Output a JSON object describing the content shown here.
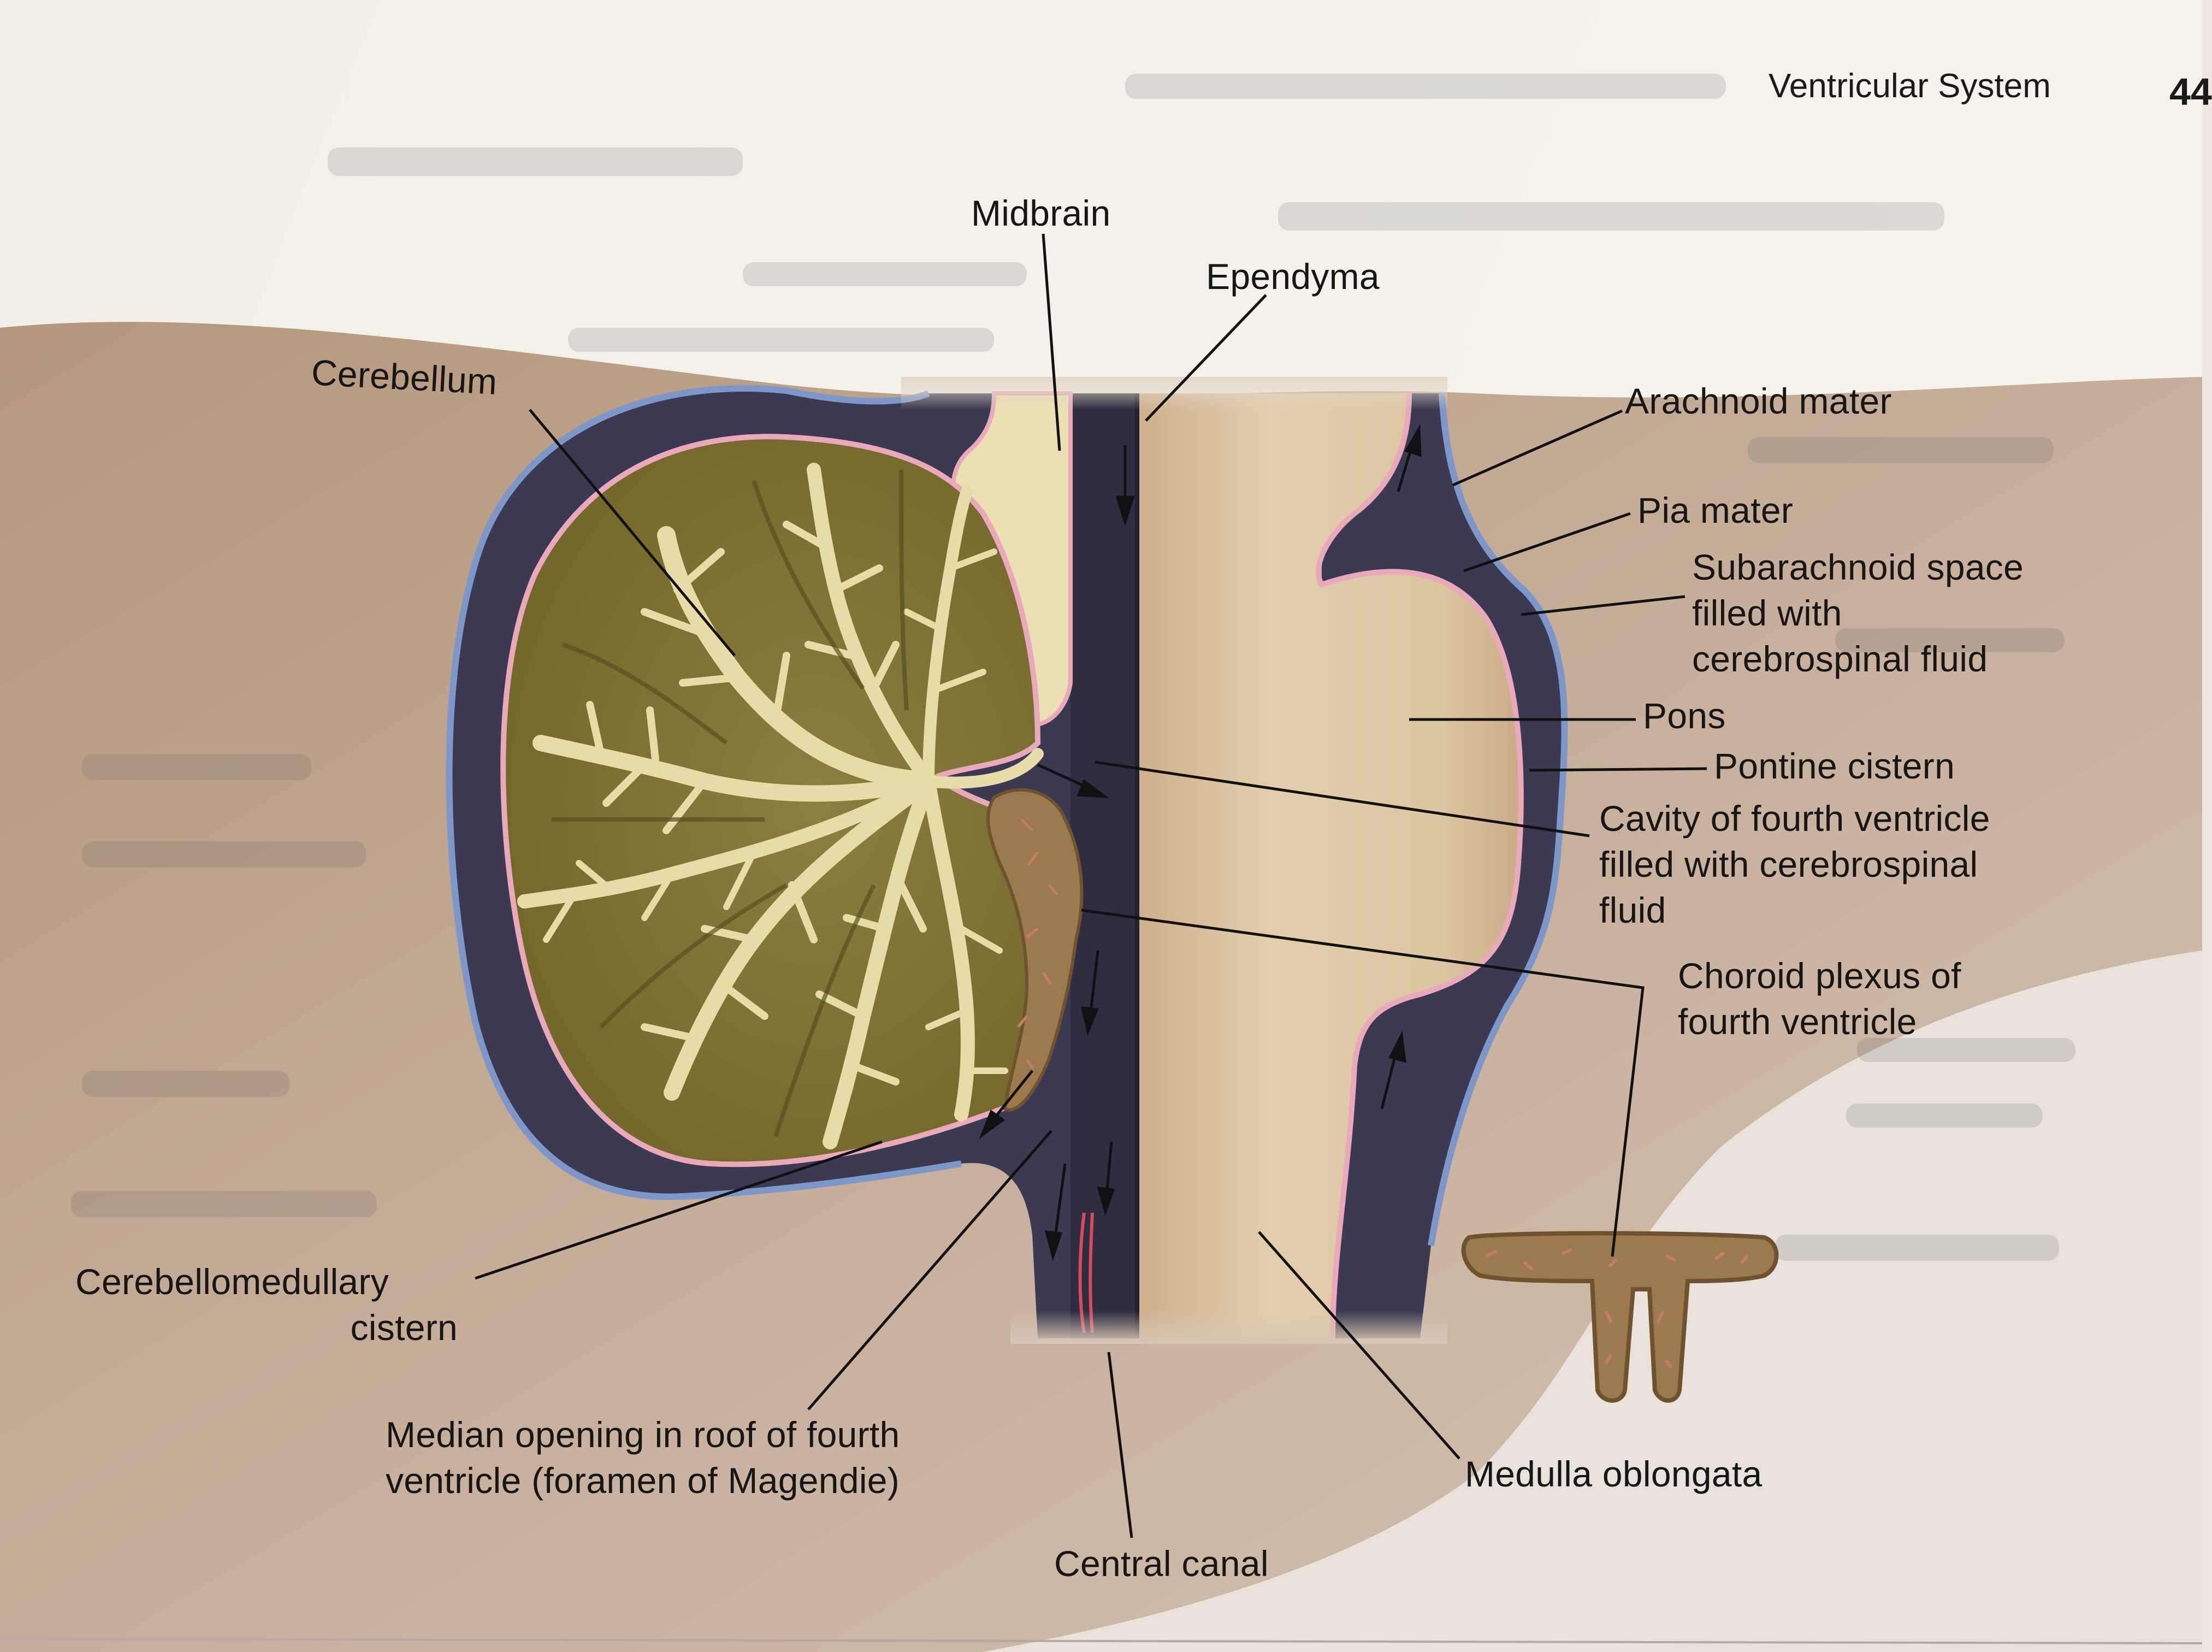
{
  "header": {
    "section_title": "Ventricular System",
    "page_number": "44"
  },
  "labels": {
    "midbrain": "Midbrain",
    "ependyma": "Ependyma",
    "cerebellum": "Cerebellum",
    "arachnoid_mater": "Arachnoid mater",
    "pia_mater": "Pia mater",
    "subarachnoid_space": [
      "Subarachnoid space",
      "filled with",
      "cerebrospinal fluid"
    ],
    "pons": "Pons",
    "pontine_cistern": "Pontine cistern",
    "fourth_ventricle_cavity": [
      "Cavity of fourth ventricle",
      "filled with cerebrospinal",
      "fluid"
    ],
    "choroid_plexus": [
      "Choroid plexus of",
      "fourth ventricle"
    ],
    "cerebellomedullary_cistern": [
      "Cerebellomedullary",
      "cistern"
    ],
    "median_opening": [
      "Median opening in roof of fourth",
      "ventricle (foramen of Magendie)"
    ],
    "central_canal": "Central canal",
    "medulla_oblongata": "Medulla oblongata"
  },
  "colors": {
    "page": "#efe7df",
    "shadow": "#bfa590",
    "csf_space": "#3b3a52",
    "arachnoid_edge": "#7d97c8",
    "pia_mater": "#e9a9bb",
    "cerebellum_tissue": "#7f7433",
    "cerebellum_white": "#e7dba8",
    "brainstem": "#e0c9a6",
    "midbrain": "#ecdfb4",
    "choroid_plexus": "#9c7a4e",
    "leader_line": "#111111"
  }
}
